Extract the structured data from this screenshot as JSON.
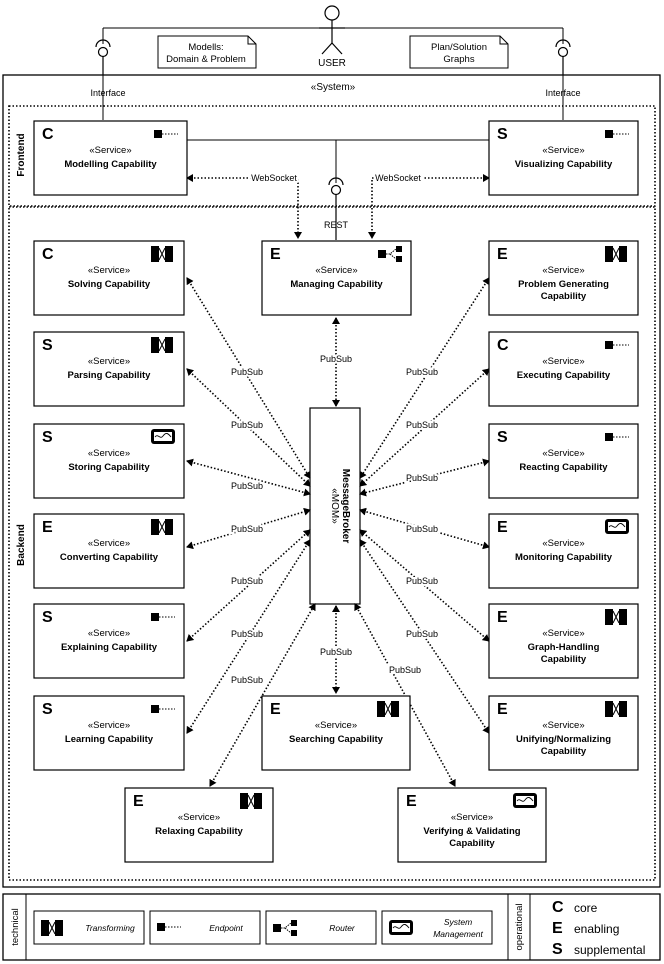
{
  "actor": {
    "label": "USER"
  },
  "notes": {
    "left_line1": "Modells:",
    "left_line2": "Domain & Problem",
    "right_line1": "Plan/Solution",
    "right_line2": "Graphs"
  },
  "labels": {
    "interface": "Interface",
    "system": "«System»",
    "frontend": "Frontend",
    "backend": "Backend",
    "websocket": "WebSocket",
    "rest": "REST",
    "pubsub": "PubSub",
    "stereotype": "«Service»"
  },
  "broker": {
    "stereotype": "«MOM»",
    "name": "MessageBroker"
  },
  "frontend_services": [
    {
      "id": "modelling",
      "letter": "C",
      "name": "Modelling Capability",
      "icon": "endpoint"
    },
    {
      "id": "visualizing",
      "letter": "S",
      "name": "Visualizing Capability",
      "icon": "endpoint"
    }
  ],
  "backend_services": [
    {
      "id": "managing",
      "letter": "E",
      "name": "Managing Capability",
      "icon": "router"
    },
    {
      "id": "solving",
      "letter": "C",
      "name": "Solving Capability",
      "icon": "transforming"
    },
    {
      "id": "parsing",
      "letter": "S",
      "name": "Parsing Capability",
      "icon": "transforming"
    },
    {
      "id": "storing",
      "letter": "S",
      "name": "Storing Capability",
      "icon": "system-management"
    },
    {
      "id": "converting",
      "letter": "E",
      "name": "Converting Capability",
      "icon": "transforming"
    },
    {
      "id": "explaining",
      "letter": "S",
      "name": "Explaining Capability",
      "icon": "endpoint"
    },
    {
      "id": "learning",
      "letter": "S",
      "name": "Learning Capability",
      "icon": "endpoint"
    },
    {
      "id": "problem-generating",
      "letter": "E",
      "name": "Problem Generating Capability",
      "name_lines": [
        "Problem Generating",
        "Capability"
      ],
      "icon": "transforming"
    },
    {
      "id": "executing",
      "letter": "C",
      "name": "Executing Capability",
      "icon": "endpoint"
    },
    {
      "id": "reacting",
      "letter": "S",
      "name": "Reacting Capability",
      "icon": "endpoint"
    },
    {
      "id": "monitoring",
      "letter": "E",
      "name": "Monitoring Capability",
      "icon": "system-management"
    },
    {
      "id": "graph-handling",
      "letter": "E",
      "name": "Graph-Handling Capability",
      "name_lines": [
        "Graph-Handling",
        "Capability"
      ],
      "icon": "transforming"
    },
    {
      "id": "unifying",
      "letter": "E",
      "name": "Unifying/Normalizing Capability",
      "name_lines": [
        "Unifying/Normalizing",
        "Capability"
      ],
      "icon": "transforming"
    },
    {
      "id": "searching",
      "letter": "E",
      "name": "Searching Capability",
      "icon": "transforming"
    },
    {
      "id": "relaxing",
      "letter": "E",
      "name": "Relaxing Capability",
      "icon": "transforming"
    },
    {
      "id": "verifying",
      "letter": "E",
      "name": "Verifying & Validating Capability",
      "name_lines": [
        "Verifying & Validating",
        "Capability"
      ],
      "icon": "system-management"
    }
  ],
  "legend": {
    "technical": "technical",
    "operational": "operational",
    "items": [
      {
        "icon": "transforming",
        "label": "Transforming"
      },
      {
        "icon": "endpoint",
        "label": "Endpoint"
      },
      {
        "icon": "router",
        "label": "Router"
      },
      {
        "icon": "system-management",
        "label_lines": [
          "System",
          "Management"
        ]
      }
    ],
    "letters": [
      {
        "letter": "C",
        "word": "core"
      },
      {
        "letter": "E",
        "word": "enabling"
      },
      {
        "letter": "S",
        "word": "supplemental"
      }
    ]
  }
}
